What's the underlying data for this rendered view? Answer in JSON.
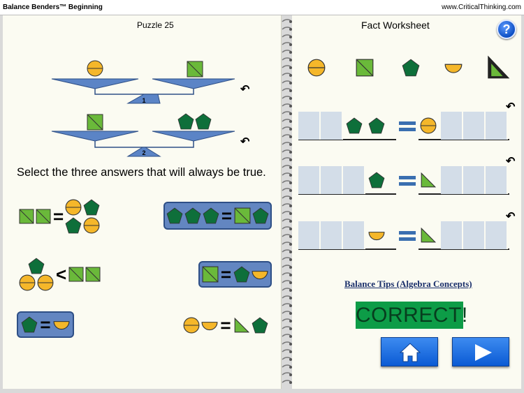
{
  "header": {
    "app_title": "Balance Benders™ Beginning",
    "website": "www.CriticalThinking.com"
  },
  "left": {
    "puzzle_title": "Puzzle 25",
    "scales": [
      {
        "number": "1",
        "left_pan": [
          "circle"
        ],
        "right_pan": [
          "square"
        ]
      },
      {
        "number": "2",
        "left_pan": [
          "square"
        ],
        "right_pan": [
          "pentagon",
          "pentagon"
        ]
      }
    ],
    "prompt": "Select the three answers that will always be true.",
    "answers": [
      {
        "id": "a1",
        "selected": false,
        "relation": "=",
        "left": [
          "square",
          "square"
        ],
        "right": [
          "circle",
          "pentagon",
          "pentagon",
          "circle"
        ]
      },
      {
        "id": "a2",
        "selected": true,
        "relation": "=",
        "left": [
          "pentagon",
          "pentagon",
          "pentagon"
        ],
        "right": [
          "square",
          "pentagon"
        ]
      },
      {
        "id": "a3",
        "selected": false,
        "relation": "<",
        "left": [
          "pentagon",
          "circle",
          "circle"
        ],
        "right": [
          "square",
          "square"
        ]
      },
      {
        "id": "a4",
        "selected": true,
        "relation": "=",
        "left": [
          "square"
        ],
        "right": [
          "pentagon",
          "half-circle"
        ]
      },
      {
        "id": "a5",
        "selected": true,
        "relation": "=",
        "left": [
          "pentagon"
        ],
        "right": [
          "half-circle"
        ]
      },
      {
        "id": "a6",
        "selected": false,
        "relation": "=",
        "left": [
          "circle",
          "half-circle"
        ],
        "right": [
          "triangle",
          "pentagon"
        ]
      }
    ]
  },
  "right": {
    "worksheet_title": "Fact Worksheet",
    "help_label": "?",
    "palette": [
      "circle",
      "square",
      "pentagon",
      "half-circle",
      "triangle-tool"
    ],
    "rows": [
      {
        "left_empty_slots": 2,
        "left_shapes": [
          "pentagon",
          "pentagon"
        ],
        "right_shapes": [
          "circle"
        ],
        "right_empty_slots": 3
      },
      {
        "left_empty_slots": 3,
        "left_shapes": [
          "pentagon"
        ],
        "right_shapes": [
          "triangle"
        ],
        "right_empty_slots": 3
      },
      {
        "left_empty_slots": 3,
        "left_shapes": [
          "half-circle"
        ],
        "right_shapes": [
          "triangle"
        ],
        "right_empty_slots": 3
      }
    ],
    "tips_link": "Balance Tips (Algebra Concepts)",
    "result": "CORRECT!",
    "home_icon": "home-icon",
    "next_icon": "play-icon"
  },
  "colors": {
    "circle": "#f5b72a",
    "square": "#6ab93a",
    "pentagon": "#0e6f3a",
    "triangle": "#6ab93a",
    "scale": "#5b84c6",
    "selected_bg": "#6386c1",
    "correct_bg": "#0d9c47",
    "slot": "#d3dde8"
  }
}
